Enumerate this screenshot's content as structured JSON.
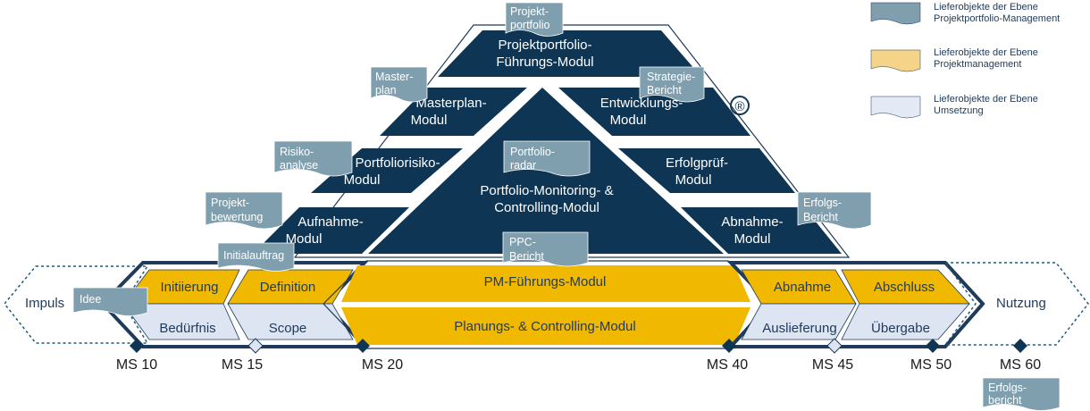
{
  "pyramid": {
    "top": [
      "Projektportfolio-",
      "Führungs-Modul"
    ],
    "masterplan": [
      "Masterplan-",
      "Modul"
    ],
    "entwicklung": [
      "Entwicklungs-",
      "Modul"
    ],
    "risiko": [
      "Portfoliorisiko-",
      "Modul"
    ],
    "erfolgpruef": [
      "Erfolgprüf-",
      "Modul"
    ],
    "aufnahme": [
      "Aufnahme-",
      "Modul"
    ],
    "abnahme_modul": [
      "Abnahme-",
      "Modul"
    ],
    "center": [
      "Portfolio-Monitoring- &",
      "Controlling-Modul"
    ],
    "registered": "®"
  },
  "band": {
    "impuls": "Impuls",
    "nutzung": "Nutzung",
    "initiierung": "Initiierung",
    "definition": "Definition",
    "beduerfnis": "Bedürfnis",
    "scope": "Scope",
    "pm_fuehrung": "PM-Führungs-Modul",
    "planung": "Planungs- & Controlling-Modul",
    "abnahme": "Abnahme",
    "abschluss": "Abschluss",
    "auslieferung": "Auslieferung",
    "uebergabe": "Übergabe"
  },
  "milestones": [
    "MS 10",
    "MS 15",
    "MS 20",
    "MS 40",
    "MS 45",
    "MS 50",
    "MS 60"
  ],
  "documents": {
    "projektportfolio": [
      "Projekt-",
      "portfolio"
    ],
    "masterplan": [
      "Master-",
      "plan"
    ],
    "strategie": [
      "Strategie-",
      "Bericht"
    ],
    "risiko": [
      "Risiko-",
      "analyse"
    ],
    "portfolioradar": [
      "Portfolio-",
      "radar"
    ],
    "projektbewertung": [
      "Projekt-",
      "bewertung"
    ],
    "erfolgsbericht1": [
      "Erfolgs-",
      "Bericht"
    ],
    "initialauftrag": "Initialauftrag",
    "ppc": [
      "PPC-",
      "Bericht"
    ],
    "idee": "Idee",
    "erfolgsbericht2": [
      "Erfolgs-",
      "bericht"
    ]
  },
  "legend": [
    {
      "line1": "Lieferobjekte der Ebene",
      "line2": "Projektportfolio-Management",
      "color": "#7f9fae"
    },
    {
      "line1": "Lieferobjekte der Ebene",
      "line2": "Projektmanagement",
      "color": "#f5d48a"
    },
    {
      "line1": "Lieferobjekte der Ebene",
      "line2": "Umsetzung",
      "color": "#e3e9f5"
    }
  ],
  "colors": {
    "navy": "#0e3553",
    "gold": "#f1b800",
    "pale": "#dde4f2",
    "doc": "#7f9fae",
    "outline": "#1f3a5a"
  }
}
